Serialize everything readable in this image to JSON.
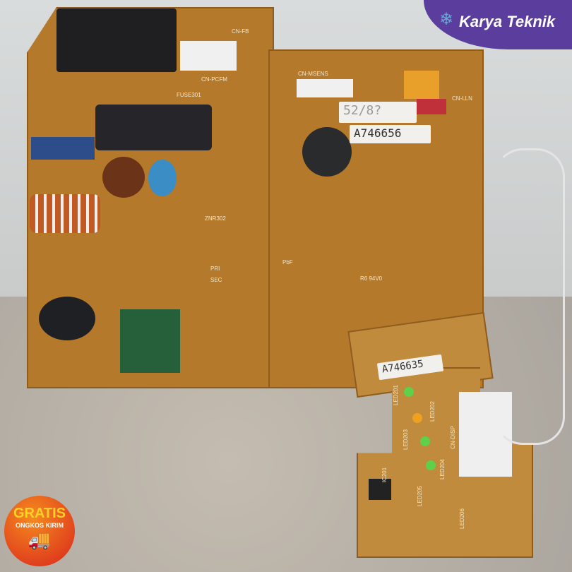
{
  "brand": {
    "name": "Karya Teknik",
    "icon": "snowflake-icon",
    "color": "#5a3d9c"
  },
  "badge": {
    "line1": "GRATIS",
    "line2": "ONGKOS KIRIM",
    "icon": "delivery-truck-icon"
  },
  "board": {
    "batch_label": "52/8?",
    "main_part_label": "A746656",
    "display_part_label": "A746635",
    "silk": [
      "CN-FB",
      "CN-PCFM",
      "FUSE301",
      "CN-MSENS",
      "CN-LLN",
      "CN-DISP",
      "R6 94V0",
      "PbF",
      "LED201",
      "LED202",
      "LED203",
      "LED204",
      "LED205",
      "LED206",
      "IC201",
      "PRI",
      "SEC",
      "ZNR302"
    ]
  }
}
